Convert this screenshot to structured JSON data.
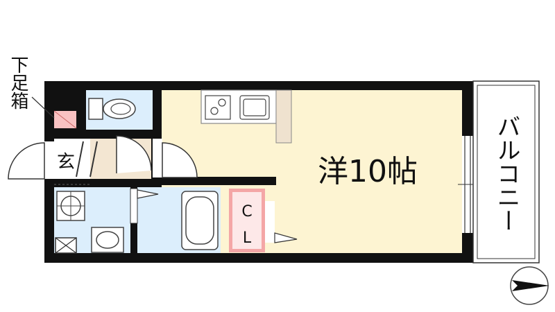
{
  "labels": {
    "shoe_box": "下足箱",
    "entrance": "玄",
    "room": "洋10帖",
    "closet_c": "C",
    "closet_l": "L",
    "balcony": "バルコニー"
  },
  "colors": {
    "wall": "#111111",
    "room_floor": "#fdf4d2",
    "wet_area": "#dceefc",
    "entrance_floor": "#f3e6d2",
    "kitchen_counter": "#efe2cf",
    "closet_border": "#f4a6a6",
    "closet_fill": "#fde8e8",
    "shoe_box_fill": "#f9c2c2"
  },
  "icons": [
    "compass-icon",
    "stove-icon",
    "sink-icon",
    "toilet-icon",
    "bathtub-icon",
    "washbasin-icon",
    "washing-machine-icon",
    "door-swing-icon"
  ]
}
